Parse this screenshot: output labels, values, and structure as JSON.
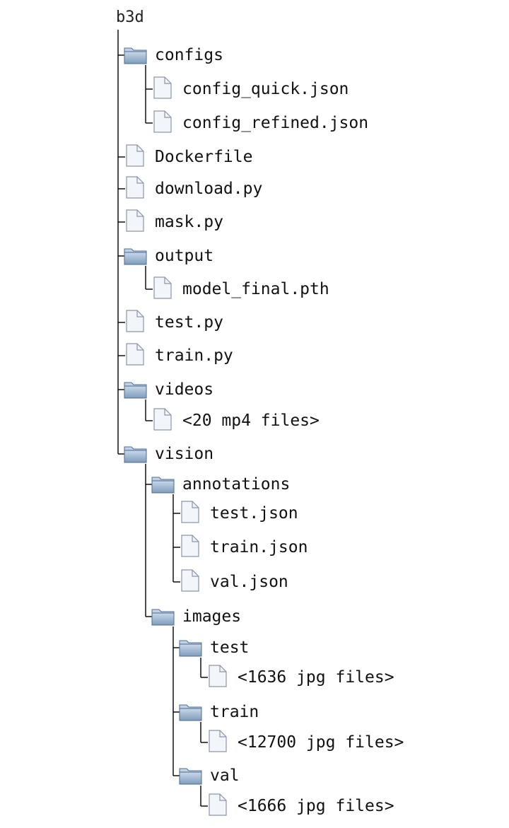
{
  "tree": {
    "root": "b3d",
    "nodes": [
      {
        "label": "configs",
        "type": "folder",
        "depth": 1,
        "last": false
      },
      {
        "label": "config_quick.json",
        "type": "file",
        "depth": 2,
        "last": false
      },
      {
        "label": "config_refined.json",
        "type": "file",
        "depth": 2,
        "last": true
      },
      {
        "label": "Dockerfile",
        "type": "file",
        "depth": 1,
        "last": false
      },
      {
        "label": "download.py",
        "type": "file",
        "depth": 1,
        "last": false
      },
      {
        "label": "mask.py",
        "type": "file",
        "depth": 1,
        "last": false
      },
      {
        "label": "output",
        "type": "folder",
        "depth": 1,
        "last": false
      },
      {
        "label": "model_final.pth",
        "type": "file",
        "depth": 2,
        "last": true
      },
      {
        "label": "test.py",
        "type": "file",
        "depth": 1,
        "last": false
      },
      {
        "label": "train.py",
        "type": "file",
        "depth": 1,
        "last": false
      },
      {
        "label": "videos",
        "type": "folder",
        "depth": 1,
        "last": false
      },
      {
        "label": "<20 mp4 files>",
        "type": "file",
        "depth": 2,
        "last": true
      },
      {
        "label": "vision",
        "type": "folder",
        "depth": 1,
        "last": true
      },
      {
        "label": "annotations",
        "type": "folder",
        "depth": 2,
        "last": false
      },
      {
        "label": "test.json",
        "type": "file",
        "depth": 3,
        "last": false
      },
      {
        "label": "train.json",
        "type": "file",
        "depth": 3,
        "last": false
      },
      {
        "label": "val.json",
        "type": "file",
        "depth": 3,
        "last": true
      },
      {
        "label": "images",
        "type": "folder",
        "depth": 2,
        "last": true
      },
      {
        "label": "test",
        "type": "folder",
        "depth": 3,
        "last": false
      },
      {
        "label": "<1636 jpg files>",
        "type": "file",
        "depth": 4,
        "last": true
      },
      {
        "label": "train",
        "type": "folder",
        "depth": 3,
        "last": false
      },
      {
        "label": "<12700 jpg files>",
        "type": "file",
        "depth": 4,
        "last": true
      },
      {
        "label": "val",
        "type": "folder",
        "depth": 3,
        "last": true
      },
      {
        "label": "<1666 jpg files>",
        "type": "file",
        "depth": 4,
        "last": true
      }
    ]
  },
  "colors": {
    "line": "#000000",
    "folder_top": "#c9d9ea",
    "folder_bottom": "#7f9bbb",
    "folder_stroke": "#4f6c8e",
    "file_fill": "#f2f5fa",
    "file_stroke": "#8a96a8"
  },
  "icons": {
    "folder": "folder-icon",
    "file": "file-icon"
  }
}
